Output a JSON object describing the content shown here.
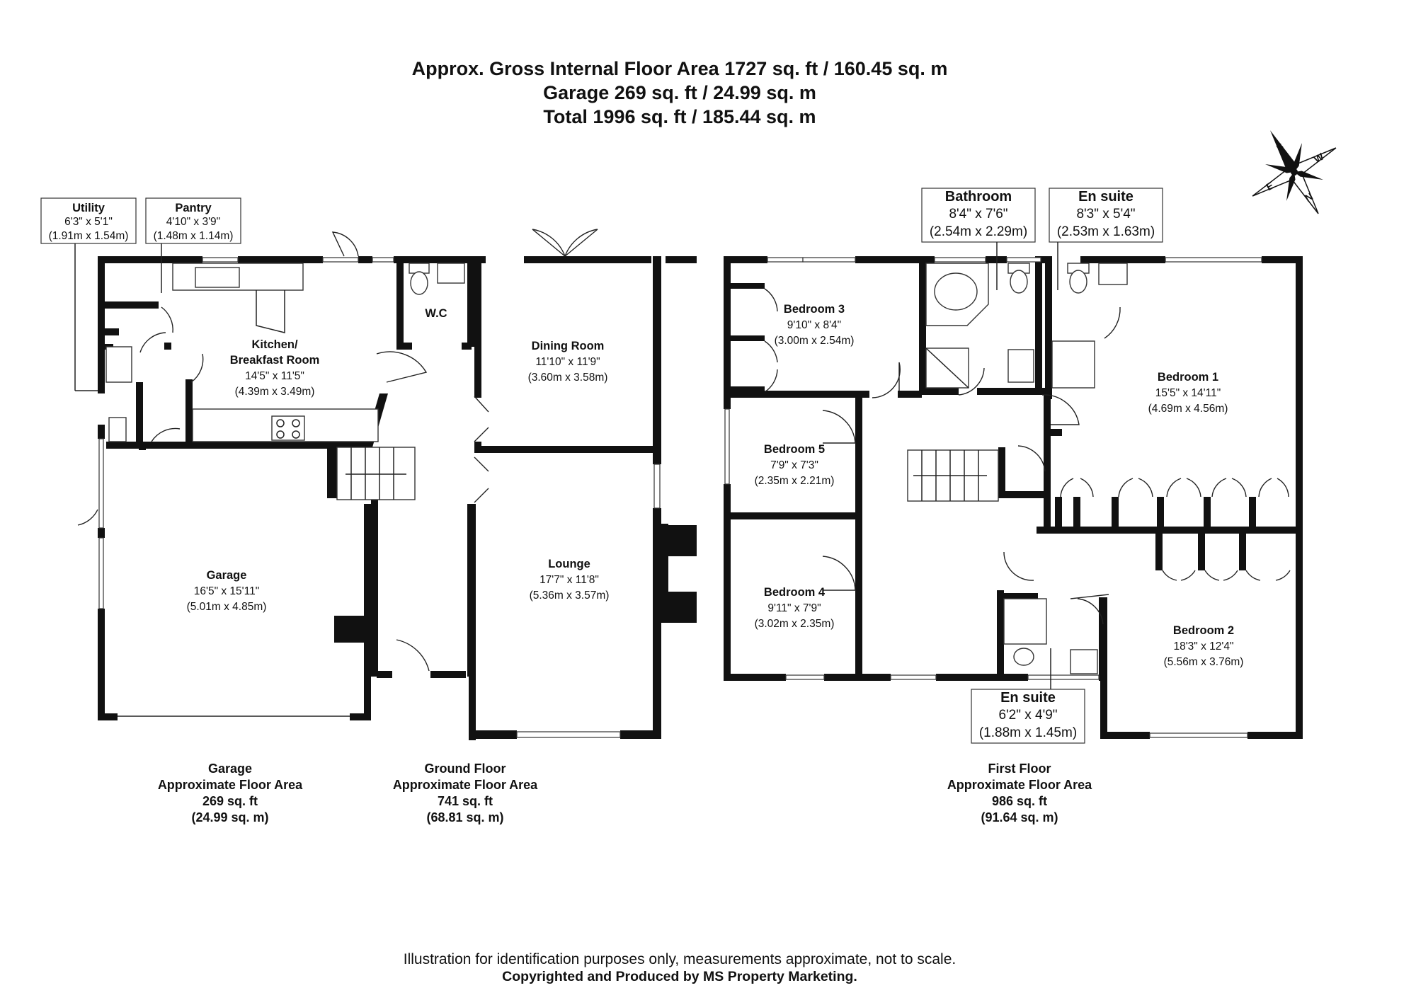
{
  "header": {
    "line1": "Approx. Gross Internal Floor Area 1727 sq. ft / 160.45 sq. m",
    "line2": "Garage 269 sq. ft / 24.99 sq. m",
    "line3": "Total 1996 sq. ft / 185.44 sq. m"
  },
  "compass": {
    "n": "N",
    "s": "S",
    "e": "E",
    "w": "W"
  },
  "rooms": {
    "utility": {
      "name": "Utility",
      "imperial": "6'3\" x 5'1\"",
      "metric": "(1.91m x 1.54m)"
    },
    "pantry": {
      "name": "Pantry",
      "imperial": "4'10\" x 3'9\"",
      "metric": "(1.48m x 1.14m)"
    },
    "kitchen": {
      "name1": "Kitchen/",
      "name2": "Breakfast Room",
      "imperial": "14'5\" x 11'5\"",
      "metric": "(4.39m x 3.49m)"
    },
    "wc": {
      "name": "W.C"
    },
    "dining": {
      "name": "Dining Room",
      "imperial": "11'10\" x 11'9\"",
      "metric": "(3.60m x 3.58m)"
    },
    "garage": {
      "name": "Garage",
      "imperial": "16'5\" x 15'11\"",
      "metric": "(5.01m x 4.85m)"
    },
    "lounge": {
      "name": "Lounge",
      "imperial": "17'7\" x 11'8\"",
      "metric": "(5.36m x 3.57m)"
    },
    "bathroom": {
      "name": "Bathroom",
      "imperial": "8'4\" x 7'6\"",
      "metric": "(2.54m x 2.29m)"
    },
    "ensuite1": {
      "name": "En suite",
      "imperial": "8'3\" x 5'4\"",
      "metric": "(2.53m x 1.63m)"
    },
    "bedroom3": {
      "name": "Bedroom 3",
      "imperial": "9'10\" x 8'4\"",
      "metric": "(3.00m x 2.54m)"
    },
    "bedroom1": {
      "name": "Bedroom 1",
      "imperial": "15'5\" x 14'11\"",
      "metric": "(4.69m x 4.56m)"
    },
    "bedroom5": {
      "name": "Bedroom 5",
      "imperial": "7'9\" x 7'3\"",
      "metric": "(2.35m x 2.21m)"
    },
    "bedroom4": {
      "name": "Bedroom 4",
      "imperial": "9'11\" x 7'9\"",
      "metric": "(3.02m x 2.35m)"
    },
    "bedroom2": {
      "name": "Bedroom 2",
      "imperial": "18'3\" x 12'4\"",
      "metric": "(5.56m x 3.76m)"
    },
    "ensuite2": {
      "name": "En suite",
      "imperial": "6'2\" x 4'9\"",
      "metric": "(1.88m x 1.45m)"
    }
  },
  "floors": {
    "garage": {
      "title": "Garage",
      "label": "Approximate Floor Area",
      "sqft": "269 sq. ft",
      "sqm": "(24.99 sq. m)"
    },
    "ground": {
      "title": "Ground Floor",
      "label": "Approximate Floor Area",
      "sqft": "741 sq. ft",
      "sqm": "(68.81 sq. m)"
    },
    "first": {
      "title": "First Floor",
      "label": "Approximate Floor Area",
      "sqft": "986 sq. ft",
      "sqm": "(91.64 sq. m)"
    }
  },
  "footer": {
    "line1": "Illustration for identification purposes only, measurements approximate, not to scale.",
    "line2": "Copyrighted  and Produced by MS Property Marketing."
  }
}
